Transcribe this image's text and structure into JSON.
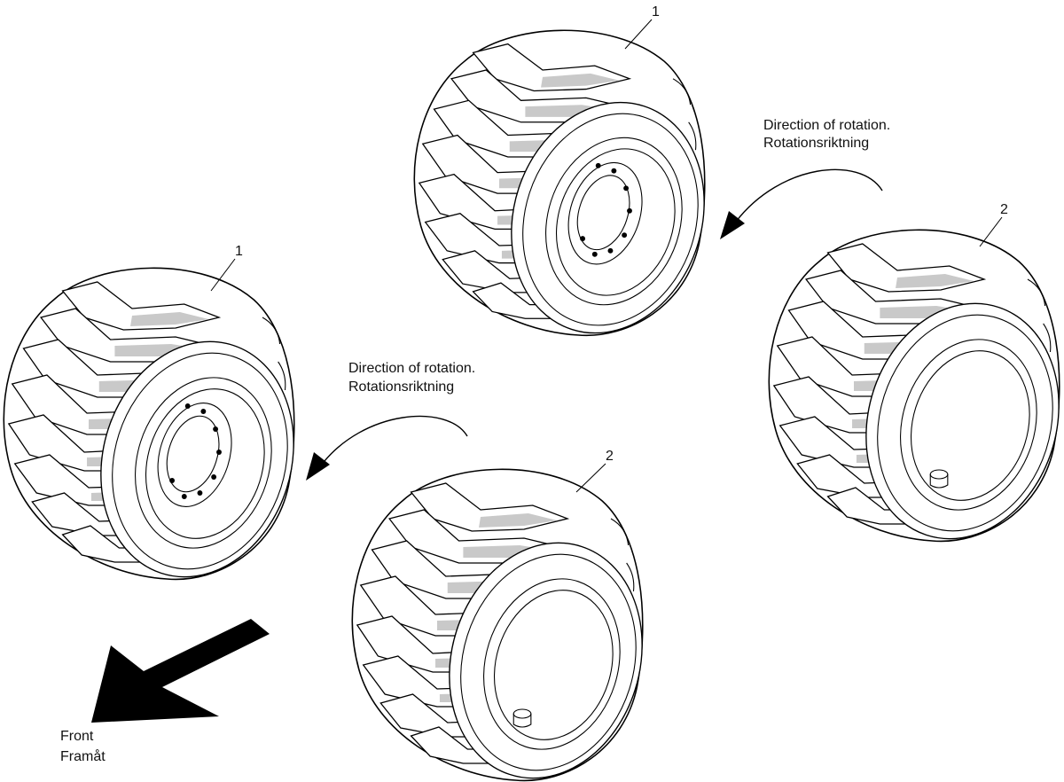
{
  "labels": {
    "tire_top": "1",
    "tire_left": "1",
    "tire_right": "2",
    "tire_bottom": "2"
  },
  "rotation_right": {
    "line1": "Direction of rotation.",
    "line2": "Rotationsriktning"
  },
  "rotation_left": {
    "line1": "Direction of rotation.",
    "line2": "Rotationsriktning"
  },
  "front": {
    "line1": "Front",
    "line2": "Framåt"
  },
  "icons": [
    "tire-with-hub",
    "tire-without-hub",
    "curved-arrow",
    "front-arrow"
  ]
}
